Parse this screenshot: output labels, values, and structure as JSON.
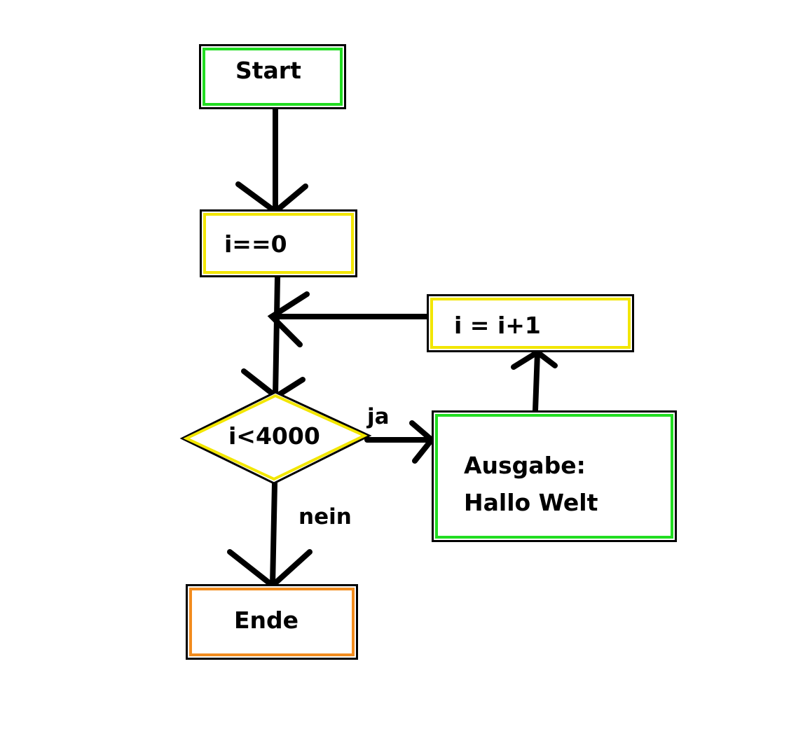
{
  "diagram": {
    "nodes": {
      "start": {
        "label": "Start",
        "color": "#22dd22"
      },
      "init": {
        "label": "i==0",
        "color": "#f2e600"
      },
      "increment": {
        "label": "i = i+1",
        "color": "#f2e600"
      },
      "condition": {
        "label": "i<4000",
        "color": "#f2e600"
      },
      "output": {
        "label_line1": "Ausgabe:",
        "label_line2": "Hallo Welt",
        "color": "#22dd22"
      },
      "end": {
        "label": "Ende",
        "color": "#f28c1e"
      }
    },
    "edge_labels": {
      "yes": "ja",
      "no": "nein"
    }
  }
}
